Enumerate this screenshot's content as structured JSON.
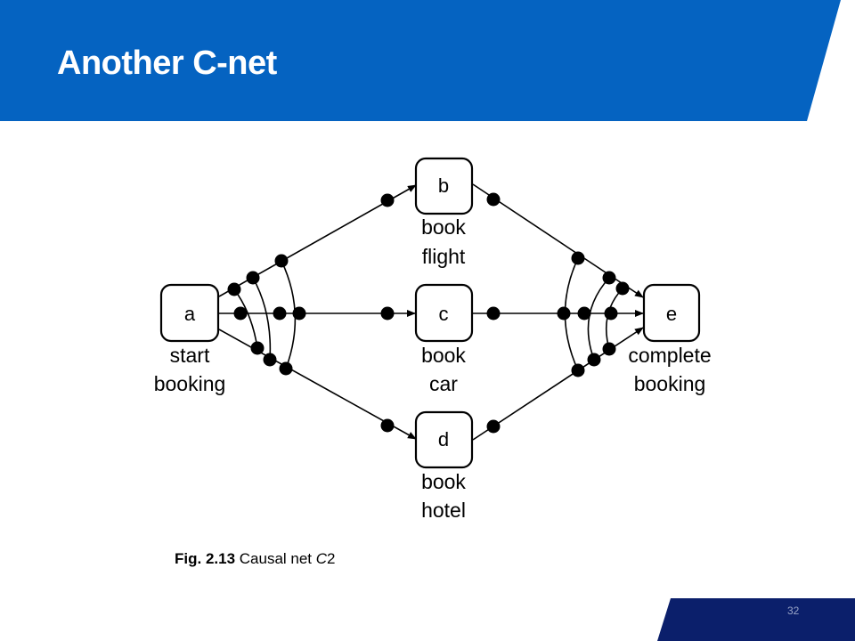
{
  "slide": {
    "title": "Another C-net",
    "page_number": "32",
    "colors": {
      "header": "#0563c1",
      "footer": "#0b1f6b"
    }
  },
  "diagram": {
    "nodes": [
      {
        "id": "a",
        "label_lines": [
          "start",
          "booking"
        ]
      },
      {
        "id": "b",
        "label_lines": [
          "book",
          "flight"
        ]
      },
      {
        "id": "c",
        "label_lines": [
          "book",
          "car"
        ]
      },
      {
        "id": "d",
        "label_lines": [
          "book",
          "hotel"
        ]
      },
      {
        "id": "e",
        "label_lines": [
          "complete",
          "booking"
        ]
      }
    ],
    "edges": [
      {
        "from": "a",
        "to": "b"
      },
      {
        "from": "a",
        "to": "c"
      },
      {
        "from": "a",
        "to": "d"
      },
      {
        "from": "b",
        "to": "e"
      },
      {
        "from": "c",
        "to": "e"
      },
      {
        "from": "d",
        "to": "e"
      }
    ]
  },
  "caption": {
    "fig_ref": "Fig. 2.13",
    "text": " Causal net ",
    "net_letter": "C",
    "net_index": "2"
  }
}
